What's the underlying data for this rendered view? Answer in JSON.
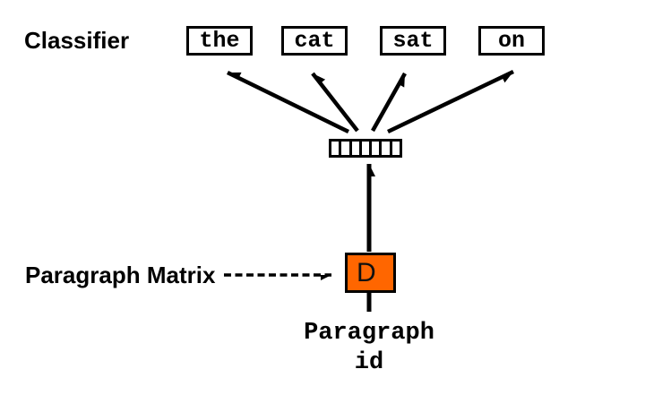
{
  "diagram": {
    "type": "model-architecture",
    "description": "PV-DBOW paragraph vector model: a paragraph id selects column D of the Paragraph Matrix, which is fed to a classifier predicting words",
    "classifier_label": "Classifier",
    "output_words": [
      "the",
      "cat",
      "sat",
      "on"
    ],
    "paragraph_matrix_label": "Paragraph Matrix",
    "d_box_label": "D",
    "paragraph_id_label": "Paragraph\nid",
    "vector_cells": 7,
    "colors": {
      "d_box_fill": "#FF6600",
      "stroke": "#000000",
      "background": "#FFFFFF"
    }
  }
}
